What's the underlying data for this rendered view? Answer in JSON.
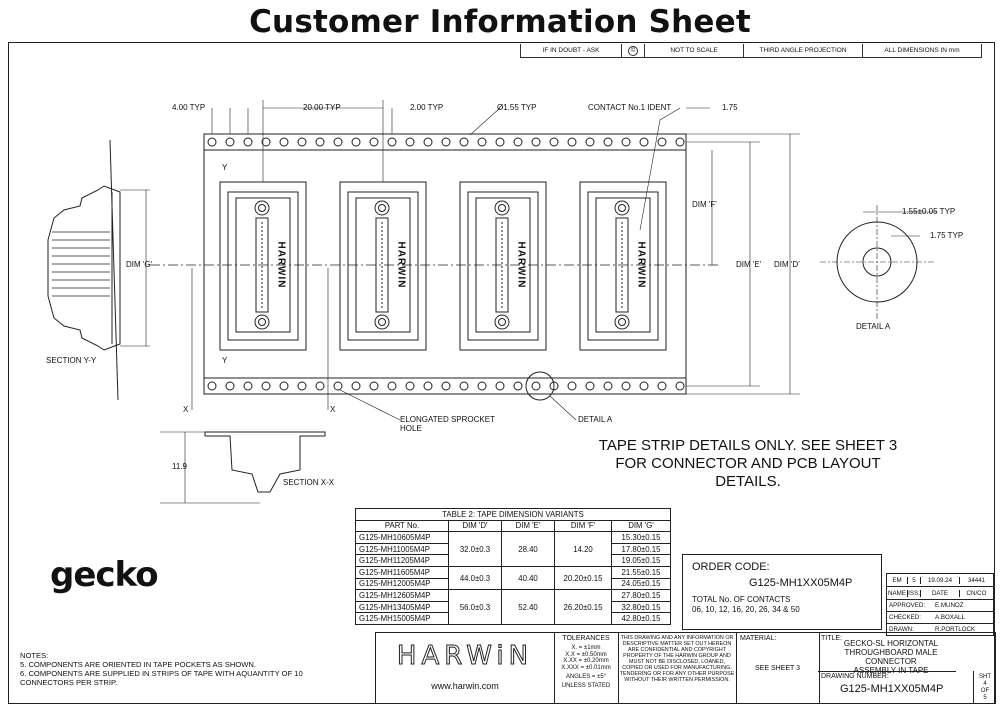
{
  "header": {
    "title": "Customer Information Sheet",
    "strip": [
      "IF IN DOUBT - ASK",
      "©",
      "NOT TO SCALE",
      "THIRD ANGLE PROJECTION",
      "ALL DIMENSIONS IN mm"
    ]
  },
  "drawing": {
    "dims": {
      "pitch4": "4.00 TYP",
      "pitch20": "20.00 TYP",
      "pitch2": "2.00 TYP",
      "hole_dia": "Ø1.55 TYP",
      "contact_ident": "CONTACT No.1 IDENT",
      "edge": "1.75",
      "dim_f": "DIM 'F'",
      "dim_e": "DIM 'E'",
      "dim_d": "DIM 'D'",
      "dim_g": "DIM 'G'",
      "height": "11.9",
      "sprocket": "ELONGATED SPROCKET HOLE",
      "detail_a_ref": "DETAIL A"
    },
    "section_yy": "SECTION  Y-Y",
    "section_xx": "SECTION X-X",
    "y_mark": "Y",
    "x_mark": "X",
    "brand_text": "HARWIN",
    "detail_a": {
      "label": "DETAIL A",
      "d1": "1.55±0.05 TYP",
      "d2": "1.75 TYP"
    },
    "callout_lines": [
      "TAPE STRIP DETAILS ONLY. SEE SHEET 3",
      "FOR CONNECTOR AND PCB LAYOUT",
      "DETAILS."
    ]
  },
  "table": {
    "caption": "TABLE 2: TAPE DIMENSION VARIANTS",
    "headers": [
      "PART No.",
      "DIM 'D'",
      "DIM 'E'",
      "DIM 'F'",
      "DIM 'G'"
    ],
    "parts": [
      "G125-MH10605M4P",
      "G125-MH11005M4P",
      "G125-MH11205M4P",
      "G125-MH11605M4P",
      "G125-MH12005M4P",
      "G125-MH12605M4P",
      "G125-MH13405M4P",
      "G125-MH15005M4P"
    ],
    "dim_g": [
      "15.30±0.15",
      "17.80±0.15",
      "19.05±0.15",
      "21.55±0.15",
      "24.05±0.15",
      "27.80±0.15",
      "32.80±0.15",
      "42.80±0.15"
    ],
    "groups": [
      {
        "d": "32.0±0.3",
        "e": "28.40",
        "f": "14.20"
      },
      {
        "d": "44.0±0.3",
        "e": "40.40",
        "f": "20.20±0.15"
      },
      {
        "d": "56.0±0.3",
        "e": "52.40",
        "f": "26.20±0.15"
      }
    ]
  },
  "logo": "gecko",
  "order": {
    "label": "ORDER CODE:",
    "code": "G125-MH1XX05M4P",
    "contacts_label": "TOTAL No. OF CONTACTS",
    "contacts": "06, 10, 12, 16, 20, 26, 34 & 50"
  },
  "revision": {
    "row1": [
      "EM",
      "5",
      "19.09.24",
      "34441"
    ],
    "row2": [
      "NAME",
      "ISS.",
      "DATE",
      "CN/CO"
    ],
    "approved": "APPROVED:",
    "approved_by": "E.MUNOZ",
    "checked": "CHECKED:",
    "checked_by": "A.BOXALL",
    "drawn": "DRAWN:",
    "drawn_by": "R.PORTLOCK"
  },
  "notes": {
    "heading": "NOTES:",
    "lines": [
      "5. COMPONENTS ARE ORIENTED IN TAPE POCKETS AS SHOWN.",
      "6. COMPONENTS ARE SUPPLIED IN STRIPS OF TAPE WITH AQUANTITY OF 10",
      "CONNECTORS PER STRIP."
    ]
  },
  "title_block": {
    "brand": "HARWiN",
    "url": "www.harwin.com",
    "tolerances_label": "TOLERANCES",
    "tol_lines": [
      "X. = ±1mm",
      "X.X = ±0.50mm",
      "X.XX = ±0.20mm",
      "X.XXX = ±0.01mm",
      "ANGLES = ±5°",
      "UNLESS STATED"
    ],
    "confidential": "THIS DRAWING AND ANY INFORMATION OR DESCRIPTIVE MATTER SET OUT HEREON ARE CONFIDENTIAL AND COPYRIGHT PROPERTY OF THE HARWIN GROUP AND MUST NOT BE DISCLOSED, LOANED, COPIED OR USED FOR MANUFACTURING, TENDERING OR FOR ANY OTHER PURPOSE WITHOUT THEIR WRITTEN PERMISSION.",
    "material_label": "MATERIAL:",
    "material": "SEE SHEET 3",
    "title_label": "TITLE:",
    "title_lines": [
      "GECKO-SL HORIZONTAL",
      "THROUGHBOARD MALE CONNECTOR",
      "ASSEMBLY IN TAPE"
    ],
    "drawing_number_label": "DRAWING NUMBER:",
    "drawing_number": "G125-MH1XX05M4P",
    "sht_label": "SHT",
    "sht": "4",
    "of_label": "OF",
    "of": "5"
  }
}
